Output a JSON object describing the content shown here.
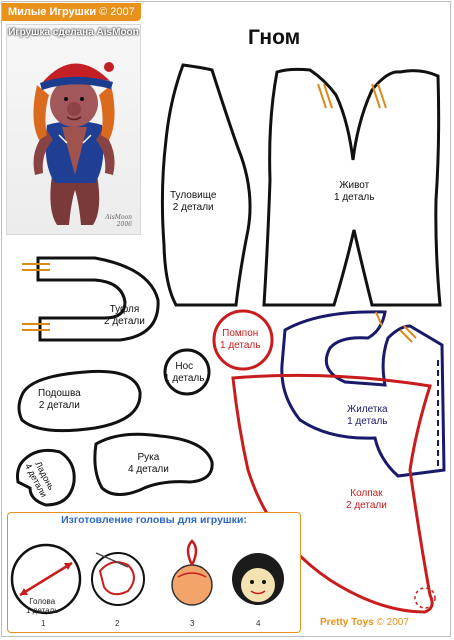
{
  "brand": {
    "site": "Милые Игрушки",
    "year": "© 2007"
  },
  "photo": {
    "caption": "Игрушка сделана AisMoon",
    "signature_line1": "AisMoon",
    "signature_line2": "2006"
  },
  "title": "Гном",
  "pieces": {
    "leg": {
      "name": "Туловище",
      "count": "2 детали"
    },
    "belly": {
      "name": "Живот",
      "count": "1 деталь"
    },
    "shoe": {
      "name": "Туфля",
      "count": "2 детали"
    },
    "pompom": {
      "name": "Помпон",
      "count": "1 деталь"
    },
    "nose": {
      "name": "Нос",
      "count": "1 деталь"
    },
    "sole": {
      "name": "Подошва",
      "count": "2 детали"
    },
    "palm": {
      "name": "Ладонь",
      "count": "4 детали"
    },
    "arm": {
      "name": "Рука",
      "count": "4 детали"
    },
    "vest": {
      "name": "Жилетка",
      "count": "1 деталь"
    },
    "cap": {
      "name": "Колпак",
      "count": "2 детали"
    }
  },
  "head_panel": {
    "title": "Изготовление головы для игрушки:",
    "head_label": "Голова",
    "head_count": "1 деталь",
    "steps": [
      "1",
      "2",
      "3",
      "4"
    ]
  },
  "footer": {
    "brand": "Pretty Toys",
    "year": "© 2007"
  },
  "colors": {
    "accent": "#e8921c",
    "pattern_red": "#c91d1d",
    "pattern_navy": "#1a1a6a",
    "marker": "#d98b1a",
    "panel_title": "#2d68c4"
  }
}
